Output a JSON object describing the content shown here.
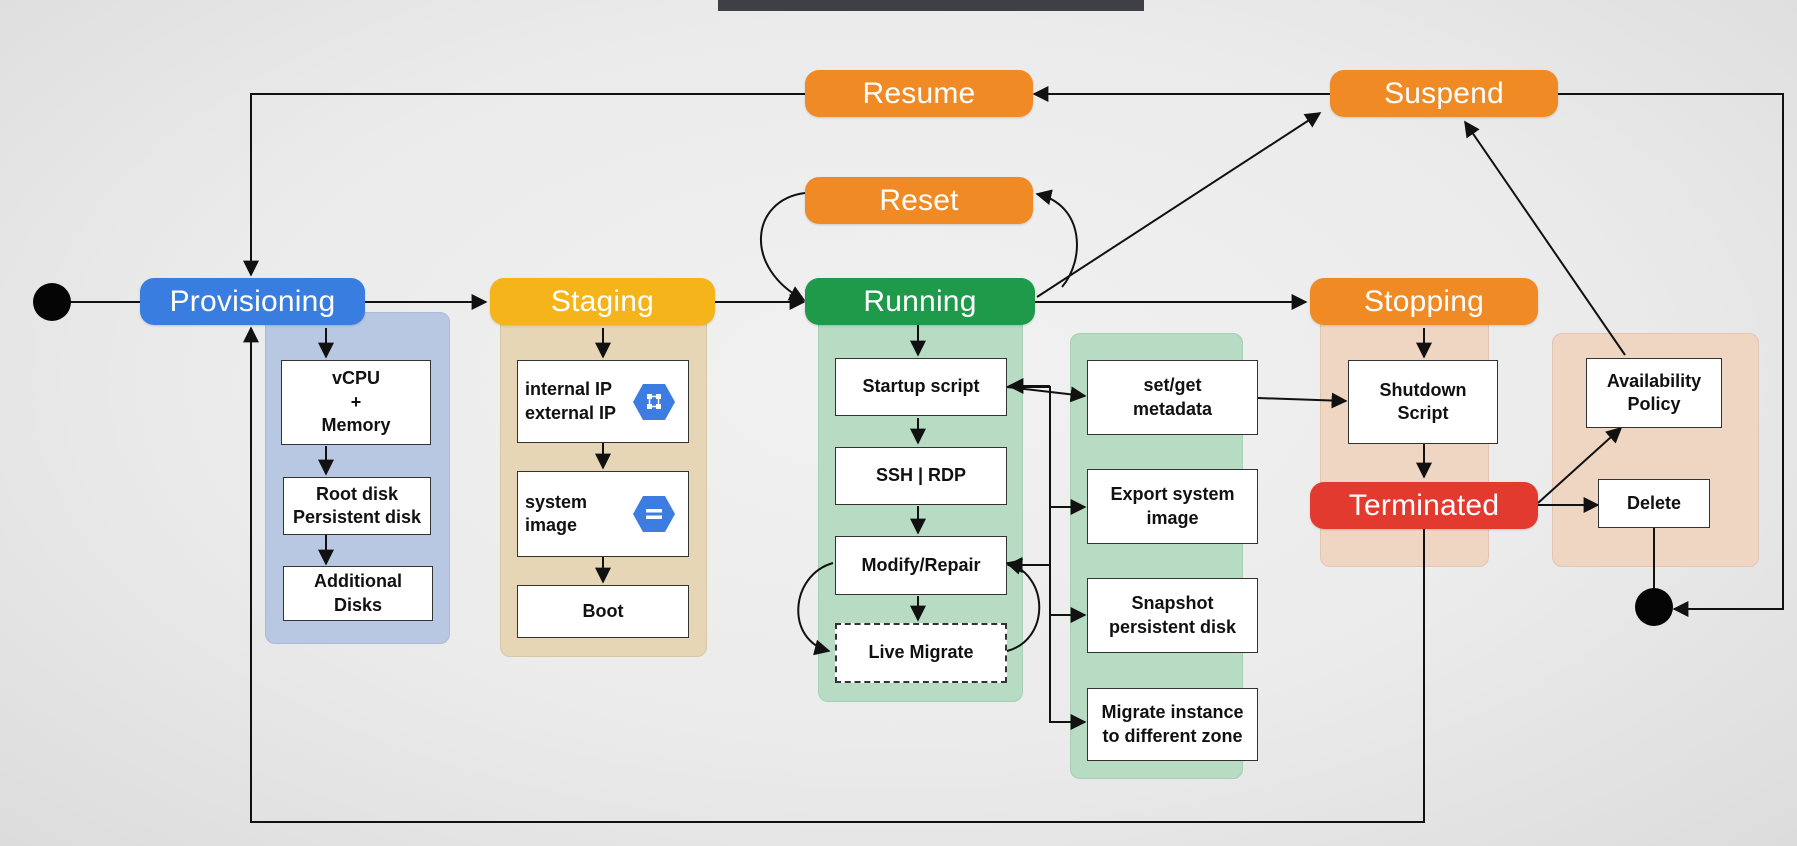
{
  "states": {
    "resume": "Resume",
    "suspend": "Suspend",
    "reset": "Reset",
    "provisioning": "Provisioning",
    "staging": "Staging",
    "running": "Running",
    "stopping": "Stopping",
    "terminated": "Terminated"
  },
  "provisioning_steps": {
    "cpu": "vCPU\n+\nMemory",
    "root": "Root disk\nPersistent disk",
    "additional": "Additional\nDisks"
  },
  "staging_steps": {
    "ip": "internal IP\nexternal IP",
    "image": "system\nimage",
    "boot": "Boot"
  },
  "running_steps": {
    "startup": "Startup script",
    "ssh": "SSH | RDP",
    "modify": "Modify/Repair",
    "migrate": "Live Migrate"
  },
  "running_actions": {
    "metadata": "set/get\nmetadata",
    "export": "Export system\nimage",
    "snapshot": "Snapshot\npersistent disk",
    "zone": "Migrate instance\nto different zone"
  },
  "stopping_steps": {
    "shutdown": "Shutdown\nScript"
  },
  "terminated_steps": {
    "availability": "Availability\nPolicy",
    "delete": "Delete"
  },
  "icons": [
    "network-hex-icon",
    "image-hex-icon"
  ],
  "colors": {
    "orange": "#f08a24",
    "blue": "#3a7de0",
    "yellow": "#f4b41a",
    "green": "#1f9a4a",
    "red": "#e23a2e",
    "gcp_blue": "#3d7ce0"
  }
}
